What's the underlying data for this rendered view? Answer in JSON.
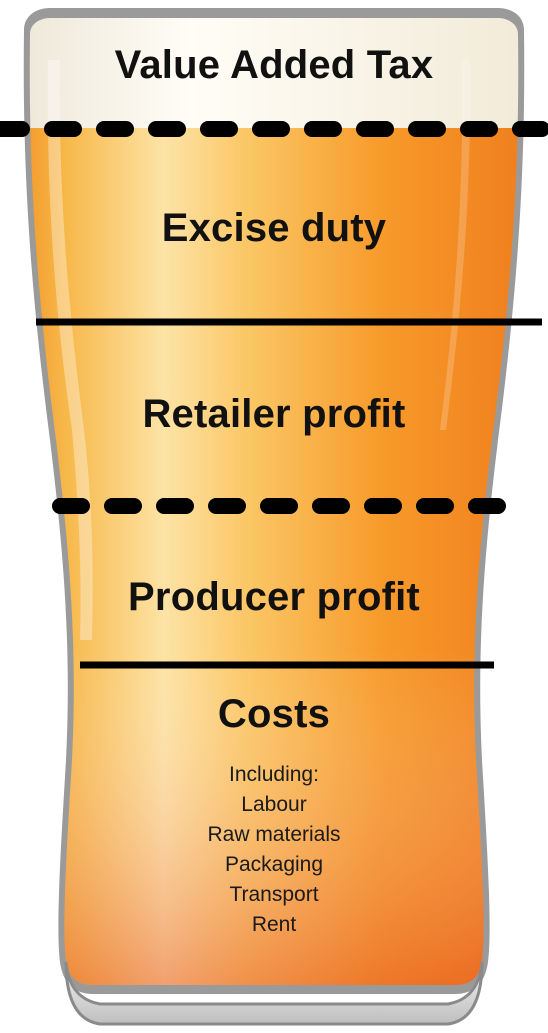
{
  "diagram": {
    "sections": {
      "vat": "Value Added Tax",
      "excise": "Excise duty",
      "retailer": "Retailer profit",
      "producer": "Producer profit",
      "costs": "Costs"
    },
    "costs_intro": "Including:",
    "costs_items": [
      "Labour",
      "Raw materials",
      "Packaging",
      "Transport",
      "Rent"
    ]
  }
}
